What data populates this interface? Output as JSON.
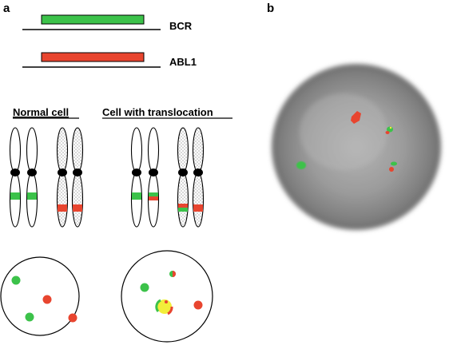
{
  "panel_a": {
    "label": "a",
    "probes": [
      {
        "name": "BCR",
        "color": "#3cc24a"
      },
      {
        "name": "ABL1",
        "color": "#e8452f"
      }
    ],
    "sections": {
      "normal": "Normal cell",
      "translocation": "Cell with translocation"
    }
  },
  "panel_b": {
    "label": "b"
  },
  "colors": {
    "green": "#3cc24a",
    "red": "#e8452f",
    "yellow": "#f2ee3a",
    "nucleus_gray": "#8a8a8a"
  }
}
